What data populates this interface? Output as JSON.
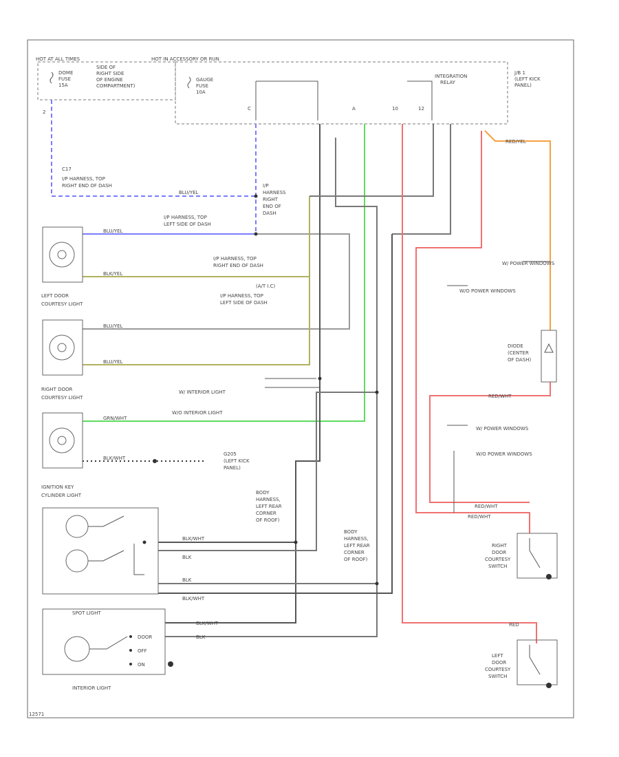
{
  "colors": {
    "blu_yel": "#7b7bff",
    "blu_yel_2": "#9a9a4a",
    "grn_wht": "#5cdc5c",
    "red_wht": "#f07070",
    "red_yel": "#f5a040",
    "blk_wht": "#444444",
    "blk": "#666666"
  },
  "top": {
    "hot_all": "HOT AT ALL TIMES",
    "dome_fuse": [
      "DOME",
      "FUSE",
      "15A"
    ],
    "dome_loc": [
      "SIDE OF",
      "RIGHT SIDE",
      "OF ENGINE",
      "COMPARTMENT)"
    ],
    "hot_run": "HOT IN ACCESSORY OR RUN",
    "gauge_fuse": [
      "GAUGE",
      "FUSE",
      "10A"
    ],
    "relay": [
      "INTEGRATION",
      "RELAY"
    ],
    "jb": [
      "J/B 1",
      "(LEFT KICK",
      "PANEL)"
    ],
    "pins": [
      "2",
      "C",
      "A",
      "10",
      "12"
    ]
  },
  "connectors": {
    "ip_top_right": [
      "C17",
      "I/P HARNESS, TOP",
      "RIGHT END OF DASH"
    ],
    "ip_right_dash": [
      "I/P",
      "HARNESS",
      "RIGHT",
      "END OF",
      "DASH"
    ],
    "ip_top_left": [
      "I/P HARNESS, TOP",
      "LEFT SIDE OF DASH"
    ],
    "ip_top_right_2": [
      "I/P HARNESS, TOP",
      "RIGHT END OF DASH"
    ],
    "ip_top_left_2": [
      "I/P HARNESS, TOP",
      "LEFT SIDE OF DASH"
    ],
    "ic_label": "(A/T I.C)"
  },
  "wires": {
    "blu_yel": "BLU/YEL",
    "blk_yel": "BLK/YEL",
    "grn_wht": "GRN/WHT",
    "blk_wht": "BLK/WHT",
    "blk": "BLK",
    "red_wht": "RED/WHT",
    "red_yel": "RED/YEL",
    "red": "RED"
  },
  "components": {
    "left_door": [
      "LEFT DOOR",
      "COURTESY LIGHT"
    ],
    "right_door": [
      "RIGHT DOOR",
      "COURTESY LIGHT"
    ],
    "ign_key": [
      "IGNITION KEY",
      "CYLINDER LIGHT"
    ],
    "spot": "SPOT LIGHT",
    "interior": "INTERIOR LIGHT",
    "spot_pos": [
      "DOOR",
      "OFF",
      "ON"
    ],
    "right_switch": [
      "RIGHT",
      "DOOR",
      "COURTESY",
      "SWITCH"
    ],
    "left_switch": [
      "LEFT",
      "DOOR",
      "COURTESY",
      "SWITCH"
    ],
    "diode": [
      "DIODE",
      "(CENTER",
      "OF DASH)"
    ]
  },
  "notes": {
    "w_interior": "W/ INTERIOR LIGHT",
    "wo_interior": "W/O INTERIOR LIGHT",
    "w_power": "W/ POWER WINDOWS",
    "wo_power": "W/O POWER WINDOWS",
    "w_power_2": "W/ POWER WINDOWS",
    "wo_power_2": "W/O POWER WINDOWS",
    "ground": [
      "G205",
      "(LEFT KICK",
      "PANEL)"
    ],
    "body_harness_1": [
      "BODY",
      "HARNESS,",
      "LEFT REAR",
      "CORNER",
      "OF ROOF)"
    ],
    "body_harness_2": [
      "BODY",
      "HARNESS,",
      "LEFT REAR",
      "CORNER",
      "OF ROOF)"
    ],
    "footer": "12571"
  }
}
